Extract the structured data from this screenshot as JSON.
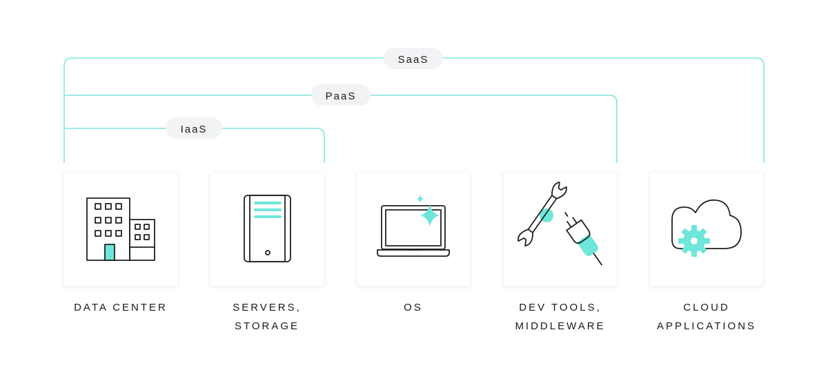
{
  "tiers": [
    {
      "label": "SaaS"
    },
    {
      "label": "PaaS"
    },
    {
      "label": "IaaS"
    }
  ],
  "layers": [
    {
      "line1": "DATA CENTER",
      "line2": "",
      "icon": "building-icon"
    },
    {
      "line1": "SERVERS,",
      "line2": "STORAGE",
      "icon": "server-icon"
    },
    {
      "line1": "OS",
      "line2": "",
      "icon": "laptop-icon"
    },
    {
      "line1": "DEV TOOLS,",
      "line2": "MIDDLEWARE",
      "icon": "wrench-plug-icon"
    },
    {
      "line1": "CLOUD",
      "line2": "APPLICATIONS",
      "icon": "cloud-gear-icon"
    }
  ],
  "colors": {
    "accent": "#6ee6da",
    "line": "#7fe3da",
    "pill": "#f2f3f5",
    "ink": "#1f1f1f"
  }
}
